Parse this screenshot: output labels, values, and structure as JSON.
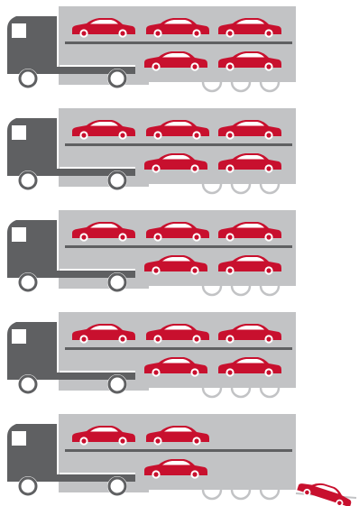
{
  "colors": {
    "cab": "#5f6062",
    "trailer": "#c2c3c5",
    "shelf": "#5f6062",
    "car": "#c8102e",
    "car_window": "#ffffff",
    "wheel_outline": "#c2c3c5",
    "background": "#ffffff"
  },
  "icons": {
    "truck": "car-transporter-truck-icon",
    "car": "sports-car-icon",
    "unloaded_car": "car-driving-off-ramp-icon"
  },
  "trucks": [
    {
      "cars_on_top_deck": 3,
      "cars_on_bottom_deck": 2,
      "car_driving_off": false
    },
    {
      "cars_on_top_deck": 3,
      "cars_on_bottom_deck": 2,
      "car_driving_off": false
    },
    {
      "cars_on_top_deck": 3,
      "cars_on_bottom_deck": 2,
      "car_driving_off": false
    },
    {
      "cars_on_top_deck": 3,
      "cars_on_bottom_deck": 2,
      "car_driving_off": false
    },
    {
      "cars_on_top_deck": 2,
      "cars_on_bottom_deck": 1,
      "car_driving_off": true
    }
  ]
}
